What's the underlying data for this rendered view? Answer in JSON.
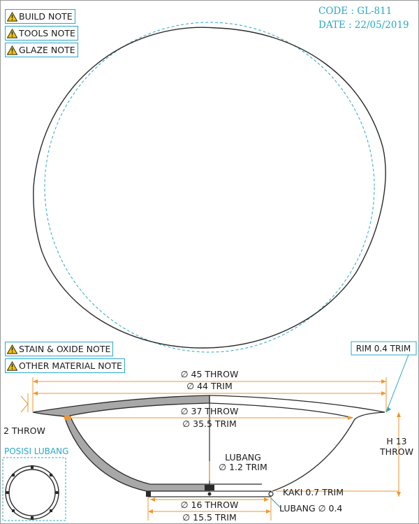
{
  "notes": {
    "build": "BUILD NOTE",
    "tools": "TOOLS NOTE",
    "glaze": "GLAZE NOTE",
    "stain": "STAIN & OXIDE NOTE",
    "other": "OTHER MATERIAL NOTE"
  },
  "header": {
    "code": "CODE : GL-811",
    "date": "DATE : 22/05/2019"
  },
  "dimensions": {
    "rim": "RIM 0.4 TRIM",
    "outer_throw": "∅ 45 THROW",
    "outer_trim": "∅ 44 TRIM",
    "inner_throw": "∅ 37 THROW",
    "inner_trim": "∅ 35.5 TRIM",
    "wall": "2 THROW",
    "height_1": "H 13",
    "height_2": "THROW",
    "lubang_1": "LUBANG",
    "lubang_2": "∅ 1.2 TRIM",
    "kaki": "KAKI 0.7 TRIM",
    "foot_throw": "∅ 16 THROW",
    "foot_trim": "∅ 15.5 TRIM",
    "lubang_small": "LUBANG ∅ 0.4"
  },
  "posisi_label": "POSISI LUBANG",
  "colors": {
    "accent": "#29a8c8",
    "dimension": "#f0962d",
    "body_fill": "#a8a8a8",
    "warning": "#f5c400"
  }
}
